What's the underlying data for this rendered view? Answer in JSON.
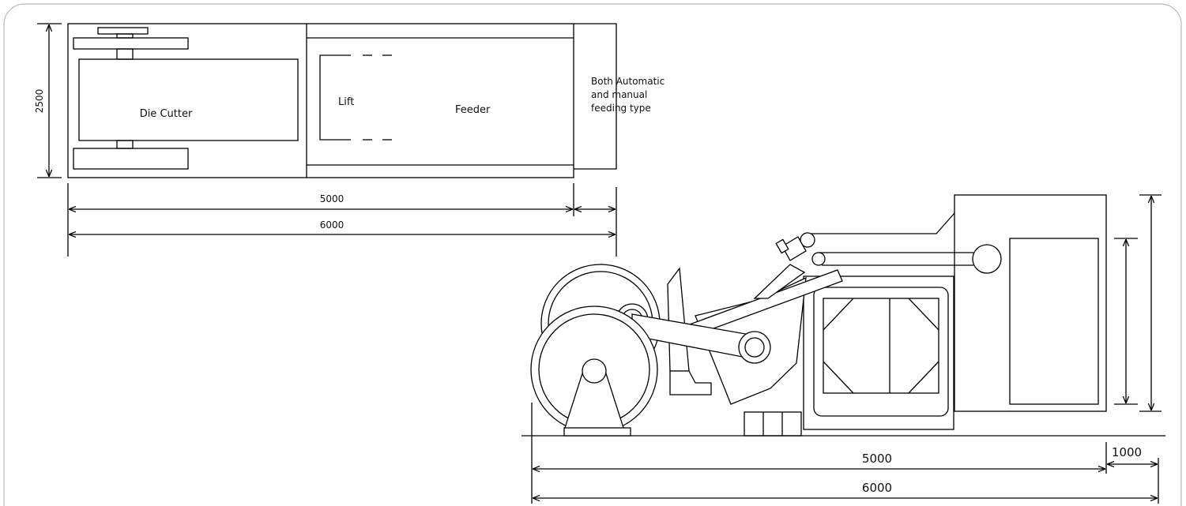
{
  "top_view": {
    "die_cutter_label": "Die Cutter",
    "lift_label": "Lift",
    "feeder_label": "Feeder",
    "feeding_note": [
      "Both Automatic",
      "and manual",
      "feeding type"
    ],
    "height_dim": "2500",
    "dim_5000": "5000",
    "dim_6000": "6000"
  },
  "side_view": {
    "dim_5000": "5000",
    "dim_1000": "1000",
    "dim_6000": "6000"
  }
}
